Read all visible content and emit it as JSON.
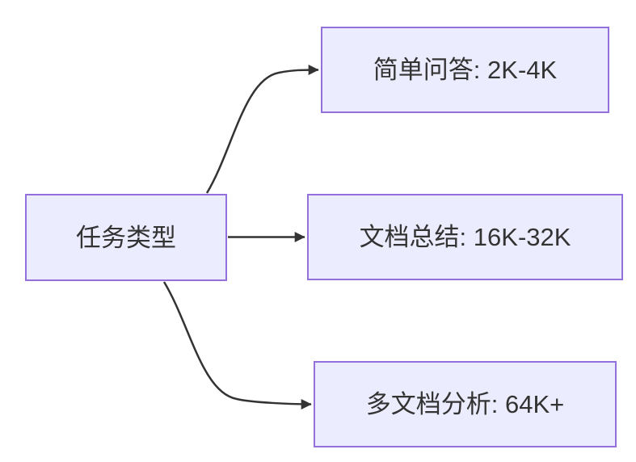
{
  "diagram": {
    "type": "flowchart",
    "direction": "left-to-right",
    "background": "#ffffff",
    "node_style": {
      "fill": "#ececff",
      "border": "#9370db",
      "text_color": "#333333"
    },
    "edge_style": {
      "color": "#333333",
      "arrowhead": "filled-triangle"
    },
    "root": {
      "label": "任务类型"
    },
    "branches": [
      {
        "label": "简单问答: 2K-4K"
      },
      {
        "label": "文档总结: 16K-32K"
      },
      {
        "label": "多文档分析: 64K+"
      }
    ],
    "edges": [
      {
        "from": "任务类型",
        "to": "简单问答: 2K-4K"
      },
      {
        "from": "任务类型",
        "to": "文档总结: 16K-32K"
      },
      {
        "from": "任务类型",
        "to": "多文档分析: 64K+"
      }
    ]
  }
}
